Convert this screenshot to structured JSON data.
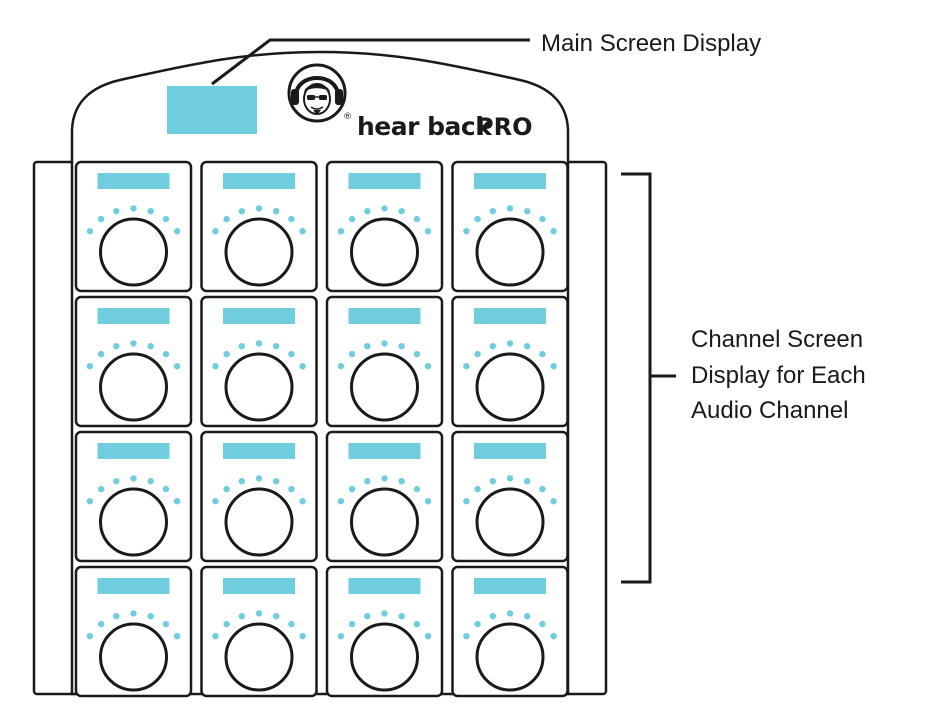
{
  "callouts": {
    "main_screen": "Main Screen Display",
    "channel_screen_lines": [
      "Channel Screen",
      "Display for Each",
      "Audio Channel"
    ]
  },
  "brand": {
    "name": "hear back",
    "suffix": "PRO",
    "registered_mark": "®",
    "logo_icon": "headphones-face-icon"
  },
  "device": {
    "rows": 4,
    "columns": 4,
    "channel_count": 16,
    "led_dots_per_channel": 7
  },
  "colors": {
    "screen": "#6fcddd",
    "led": "#6fcddd",
    "outline": "#1a1a1a",
    "background": "#ffffff"
  }
}
